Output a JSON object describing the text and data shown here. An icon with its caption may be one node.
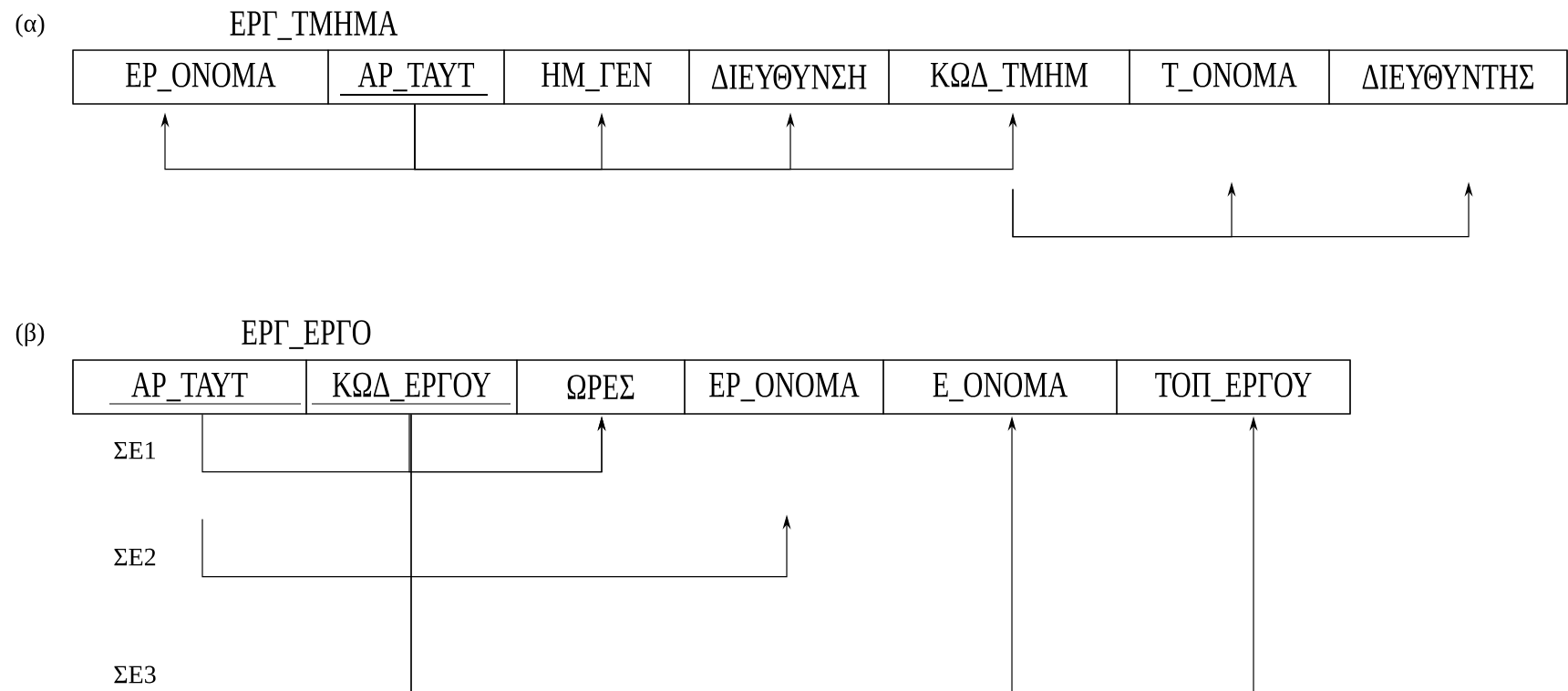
{
  "diagram": {
    "nodes": [
      {
        "text": [
          "ΕΡΓ_ΤΜΗΜΑ"
        ]
      },
      {
        "text": [
          "ΕΡ_ΟΝΟΜΑ"
        ],
        "in": 0
      },
      {
        "text": [
          "ΑΡ_ΤΑΥΤ"
        ],
        "in": 0
      },
      {
        "text": [
          "ΗΜ_ΓΕΝ"
        ],
        "in": 0
      },
      {
        "text": [
          "ΔΙΕΥΘΥΝΣΗ"
        ],
        "in": 0
      },
      {
        "text": [
          "ΚΩΔ_ΤΜΗΜ"
        ],
        "in": 0
      },
      {
        "text": [
          "Τ_ΟΝΟΜΑ"
        ],
        "in": 0
      },
      {
        "text": [
          "ΔΙΕΥΘΥΝΤΗΣ"
        ],
        "in": 0
      },
      {
        "text": [
          "ΕΡΓ_ΕΡΓΟ"
        ]
      },
      {
        "text": [
          "ΑΡ_ΤΑΥΤ"
        ],
        "in": 8
      },
      {
        "text": [
          "ΚΩΔ_ΕΡΓΟΥ"
        ],
        "in": 8
      },
      {
        "text": [
          "ΩΡΕΣ"
        ],
        "in": 8
      },
      {
        "text": [
          "ΕΡ_ΟΝΟΜΑ"
        ],
        "in": 8
      },
      {
        "text": [
          "Ε_ΟΝΟΜΑ"
        ],
        "in": 8
      },
      {
        "text": [
          "ΤΟΠ_ΕΡΓΟΥ"
        ],
        "in": 8
      }
    ],
    "edges": [
      {
        "from": 2,
        "to": 1,
        "arrow": "to"
      },
      {
        "from": 2,
        "to": 3,
        "arrow": "to"
      },
      {
        "from": 2,
        "to": 4,
        "arrow": "to"
      },
      {
        "from": 2,
        "to": 5,
        "arrow": "to"
      },
      {
        "from": 5,
        "to": 6,
        "arrow": "to"
      },
      {
        "from": 5,
        "to": 7,
        "arrow": "to"
      },
      {
        "from": 9,
        "to": 11,
        "arrow": "to"
      },
      {
        "from": 10,
        "to": 11,
        "arrow": "to"
      },
      {
        "from": 9,
        "to": 12,
        "arrow": "to"
      },
      {
        "from": 10,
        "to": 13,
        "arrow": "to"
      },
      {
        "from": 10,
        "to": 14,
        "arrow": "to"
      }
    ],
    "labels": [
      "(α)",
      "(β)",
      "ΣΕ1",
      "ΣΕ2",
      "ΣΕ3"
    ]
  }
}
